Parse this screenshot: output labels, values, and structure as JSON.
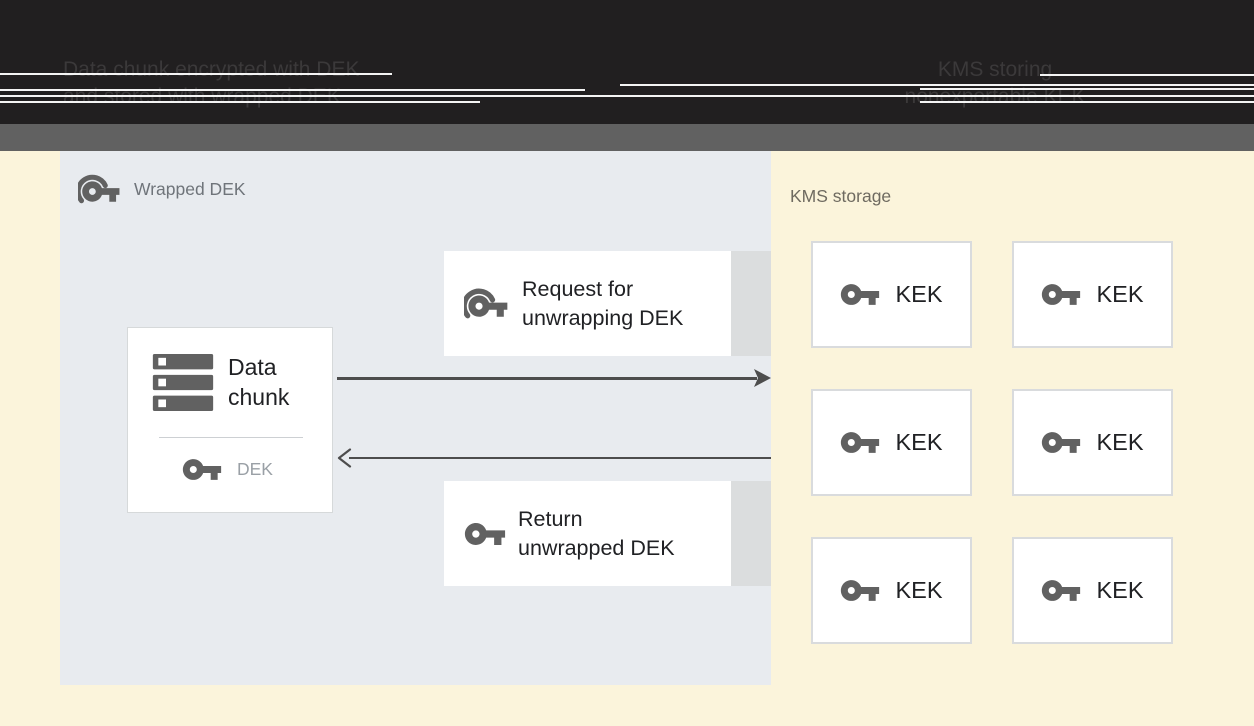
{
  "header": {
    "left_caption": {
      "line1": "Data chunk encrypted with DEK",
      "line2": "and stored with wrapped DEK"
    },
    "right_caption": {
      "line1": "KMS storing",
      "line2": "nonexportable KEK"
    }
  },
  "storage_service": {
    "panel_label": "Wrapped DEK",
    "data_chunk": {
      "title": "Data chunk",
      "key_label": "DEK"
    },
    "request_box": {
      "label": "Request for unwrapping DEK"
    },
    "return_box": {
      "label": "Return unwrapped DEK"
    }
  },
  "kms": {
    "label": "KMS storage",
    "kek_boxes": [
      {
        "label": "KEK"
      },
      {
        "label": "KEK"
      },
      {
        "label": "KEK"
      },
      {
        "label": "KEK"
      },
      {
        "label": "KEK"
      },
      {
        "label": "KEK"
      }
    ]
  },
  "colors": {
    "banner_bg": "#211F20",
    "strip_bg": "#616161",
    "canvas_bg": "#FBF4DB",
    "panel_bg": "#E8EBEF",
    "box_tail": "#DBDDDE",
    "icon_gray": "#616161",
    "text_dark": "#202124",
    "text_muted": "#9AA0A6",
    "label_gray": "#6F747A",
    "kms_label": "#6E6A60",
    "arrow": "#4D4D4D"
  }
}
